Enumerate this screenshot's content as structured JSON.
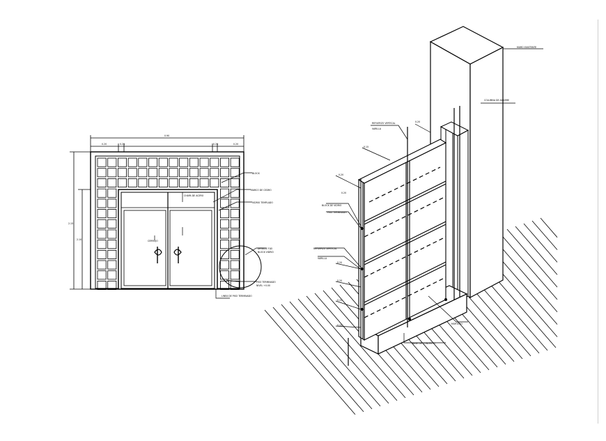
{
  "colors": {
    "line": "#000000",
    "background": "#ffffff",
    "frame": "#cfcfcf"
  },
  "elevation": {
    "name": "front-elevation",
    "dim_top": "0.90",
    "dim_top_parts": [
      "0.20",
      "0.25",
      "0.25",
      "0.20"
    ],
    "dim_left": "2.15",
    "dim_left_inner": "2.10",
    "callouts": [
      "BLOCK",
      "MARCO DE CEDRO",
      "VIDRIO TEMPLADO",
      "DETALLE FIJO",
      "BLOCK VIDRIO"
    ],
    "door_labels": [
      "CHAPA DE ACERO",
      "CERROJO"
    ],
    "bottom_notes": [
      "PISO TERMINADO",
      "NIVEL +0.00"
    ],
    "floor_note": "LINEA DE PISO TERMINADO"
  },
  "isometric": {
    "name": "isometric-detail",
    "labels": {
      "muro": "MURO EXISTENTE",
      "columna": "COLUMNA DE AMARRE",
      "refuerzo_vertical_top": "REFUERZO VERTICAL",
      "refuerzo_sub": "VARILLA",
      "bloque": "BLOCK DE VIDRIO",
      "refuerzo_vertical_mid": "REFUERZO VERTICAL",
      "varilla": "VARILLA",
      "mortero": "MORTERO",
      "base": "BASE DE CONCRETO",
      "piso": "PISO TERMINADO"
    },
    "dims": [
      "0.20",
      "0.15",
      "0.20",
      "0.20",
      "0.20",
      "0.20",
      "0.20",
      "0.20"
    ]
  }
}
